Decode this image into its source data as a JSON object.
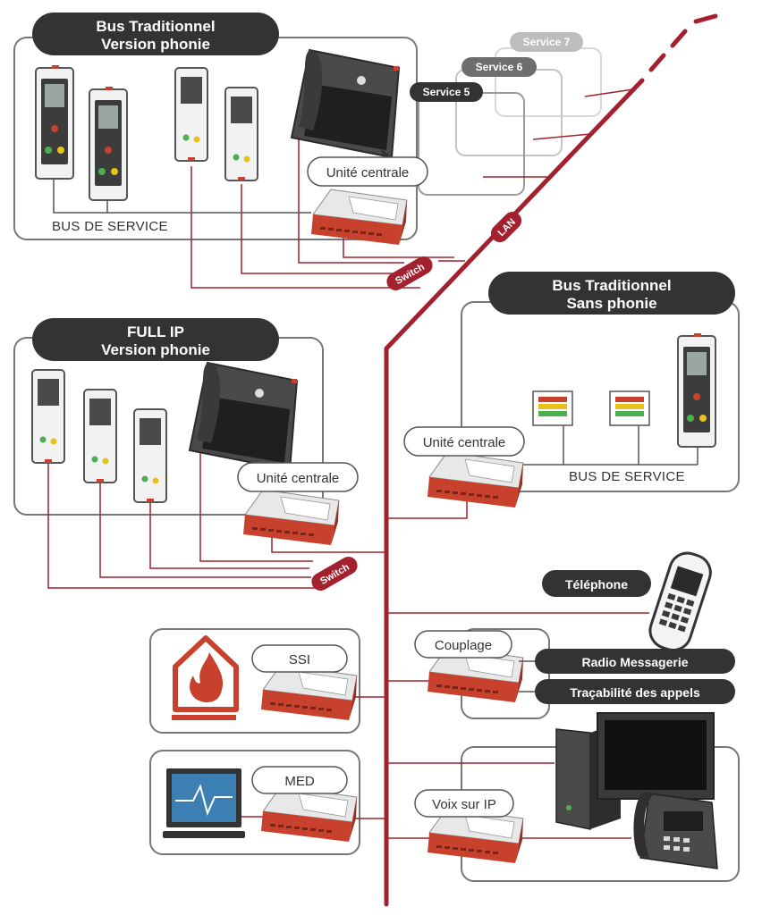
{
  "groups": {
    "bus_phonie": {
      "title_line1": "Bus Traditionnel",
      "title_line2": "Version phonie",
      "unit_label": "Unité centrale",
      "bus_label": "BUS DE SERVICE"
    },
    "full_ip": {
      "title_line1": "FULL IP",
      "title_line2": "Version phonie",
      "unit_label": "Unité centrale"
    },
    "bus_sans_phonie": {
      "title_line1": "Bus Traditionnel",
      "title_line2": "Sans phonie",
      "unit_label": "Unité centrale",
      "bus_label": "BUS DE SERVICE"
    }
  },
  "services": [
    "Service 7",
    "Service 6",
    "Service 5"
  ],
  "network": {
    "lan_label": "LAN",
    "switch_label_top": "Switch",
    "switch_label_mid": "Switch"
  },
  "peripherals": {
    "telephone": "Téléphone",
    "couplage": "Couplage",
    "radio_messagerie": "Radio Messagerie",
    "tracabilite": "Traçabilité des appels",
    "ssi": "SSI",
    "med": "MED",
    "voix_ip": "Voix sur IP"
  },
  "colors": {
    "network_red": "#a3202f",
    "device_red": "#c8412c",
    "dark": "#333333",
    "outline": "#7a7a7a"
  }
}
